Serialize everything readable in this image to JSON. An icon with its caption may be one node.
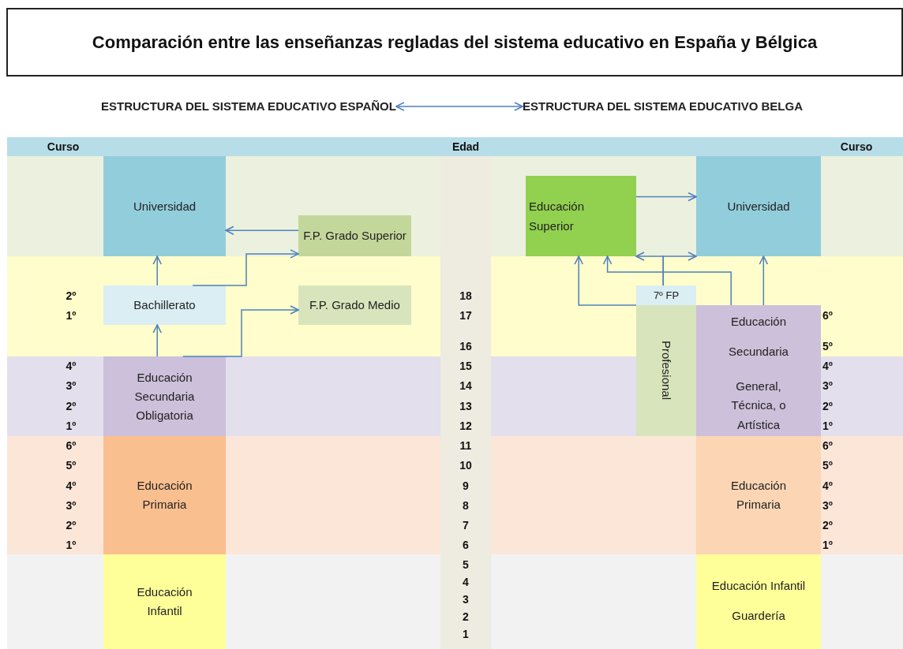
{
  "diagram": {
    "title": "Comparación entre las enseñanzas regladas del sistema educativo en España y Bélgica",
    "nodes": [
      {
        "text": [
          "ESTRUCTURA DEL SISTEMA EDUCATIVO ESPAÑOL"
        ]
      },
      {
        "text": [
          "ESTRUCTURA DEL SISTEMA EDUCATIVO BELGA"
        ]
      },
      {
        "text": [
          "Universidad"
        ]
      },
      {
        "text": [
          "F.P. Grado Superior"
        ]
      },
      {
        "text": [
          "Bachillerato"
        ]
      },
      {
        "text": [
          "F.P. Grado Medio"
        ]
      },
      {
        "text": [
          "Educación Secundaria Obligatoria"
        ]
      },
      {
        "text": [
          "Educación Primaria"
        ]
      },
      {
        "text": [
          "Educación Infantil"
        ]
      },
      {
        "text": [
          "Educación Superior"
        ]
      },
      {
        "text": [
          "Universidad"
        ]
      },
      {
        "text": [
          "7º FP"
        ]
      },
      {
        "text": [
          "Profesional"
        ]
      },
      {
        "text": [
          "Educación Secundaria",
          "General, Técnica, o Artística"
        ]
      },
      {
        "text": [
          "Educación Primaria"
        ]
      },
      {
        "text": [
          "Educación Infantil",
          "Guardería"
        ]
      }
    ],
    "edges": [
      {
        "from": 0,
        "to": 1,
        "arrow": "both"
      },
      {
        "from": 3,
        "to": 2,
        "arrow": "to"
      },
      {
        "from": 4,
        "to": 2,
        "arrow": "to"
      },
      {
        "from": 4,
        "to": 3,
        "arrow": "to"
      },
      {
        "from": 6,
        "to": 4,
        "arrow": "to"
      },
      {
        "from": 6,
        "to": 5,
        "arrow": "to"
      },
      {
        "from": 9,
        "to": 10,
        "arrow": "to"
      },
      {
        "from": 11,
        "to": 9,
        "arrow": "to"
      },
      {
        "from": 11,
        "to": 10,
        "arrow": "to"
      },
      {
        "from": 12,
        "to": 9,
        "arrow": "to"
      },
      {
        "from": 13,
        "to": 9,
        "arrow": "to"
      },
      {
        "from": 13,
        "to": 10,
        "arrow": "to"
      }
    ],
    "labels": [
      "Curso",
      "Edad",
      "Curso",
      "2º",
      "18",
      "1º",
      "17",
      "6º",
      "16",
      "5º",
      "4º",
      "15",
      "4º",
      "3º",
      "14",
      "3º",
      "2º",
      "13",
      "2º",
      "1º",
      "12",
      "1º",
      "6º",
      "11",
      "6º",
      "5º",
      "10",
      "5º",
      "4º",
      "9",
      "4º",
      "3º",
      "8",
      "3º",
      "2º",
      "7",
      "2º",
      "1º",
      "6",
      "1º",
      "5",
      "4",
      "3",
      "2",
      "1"
    ]
  }
}
